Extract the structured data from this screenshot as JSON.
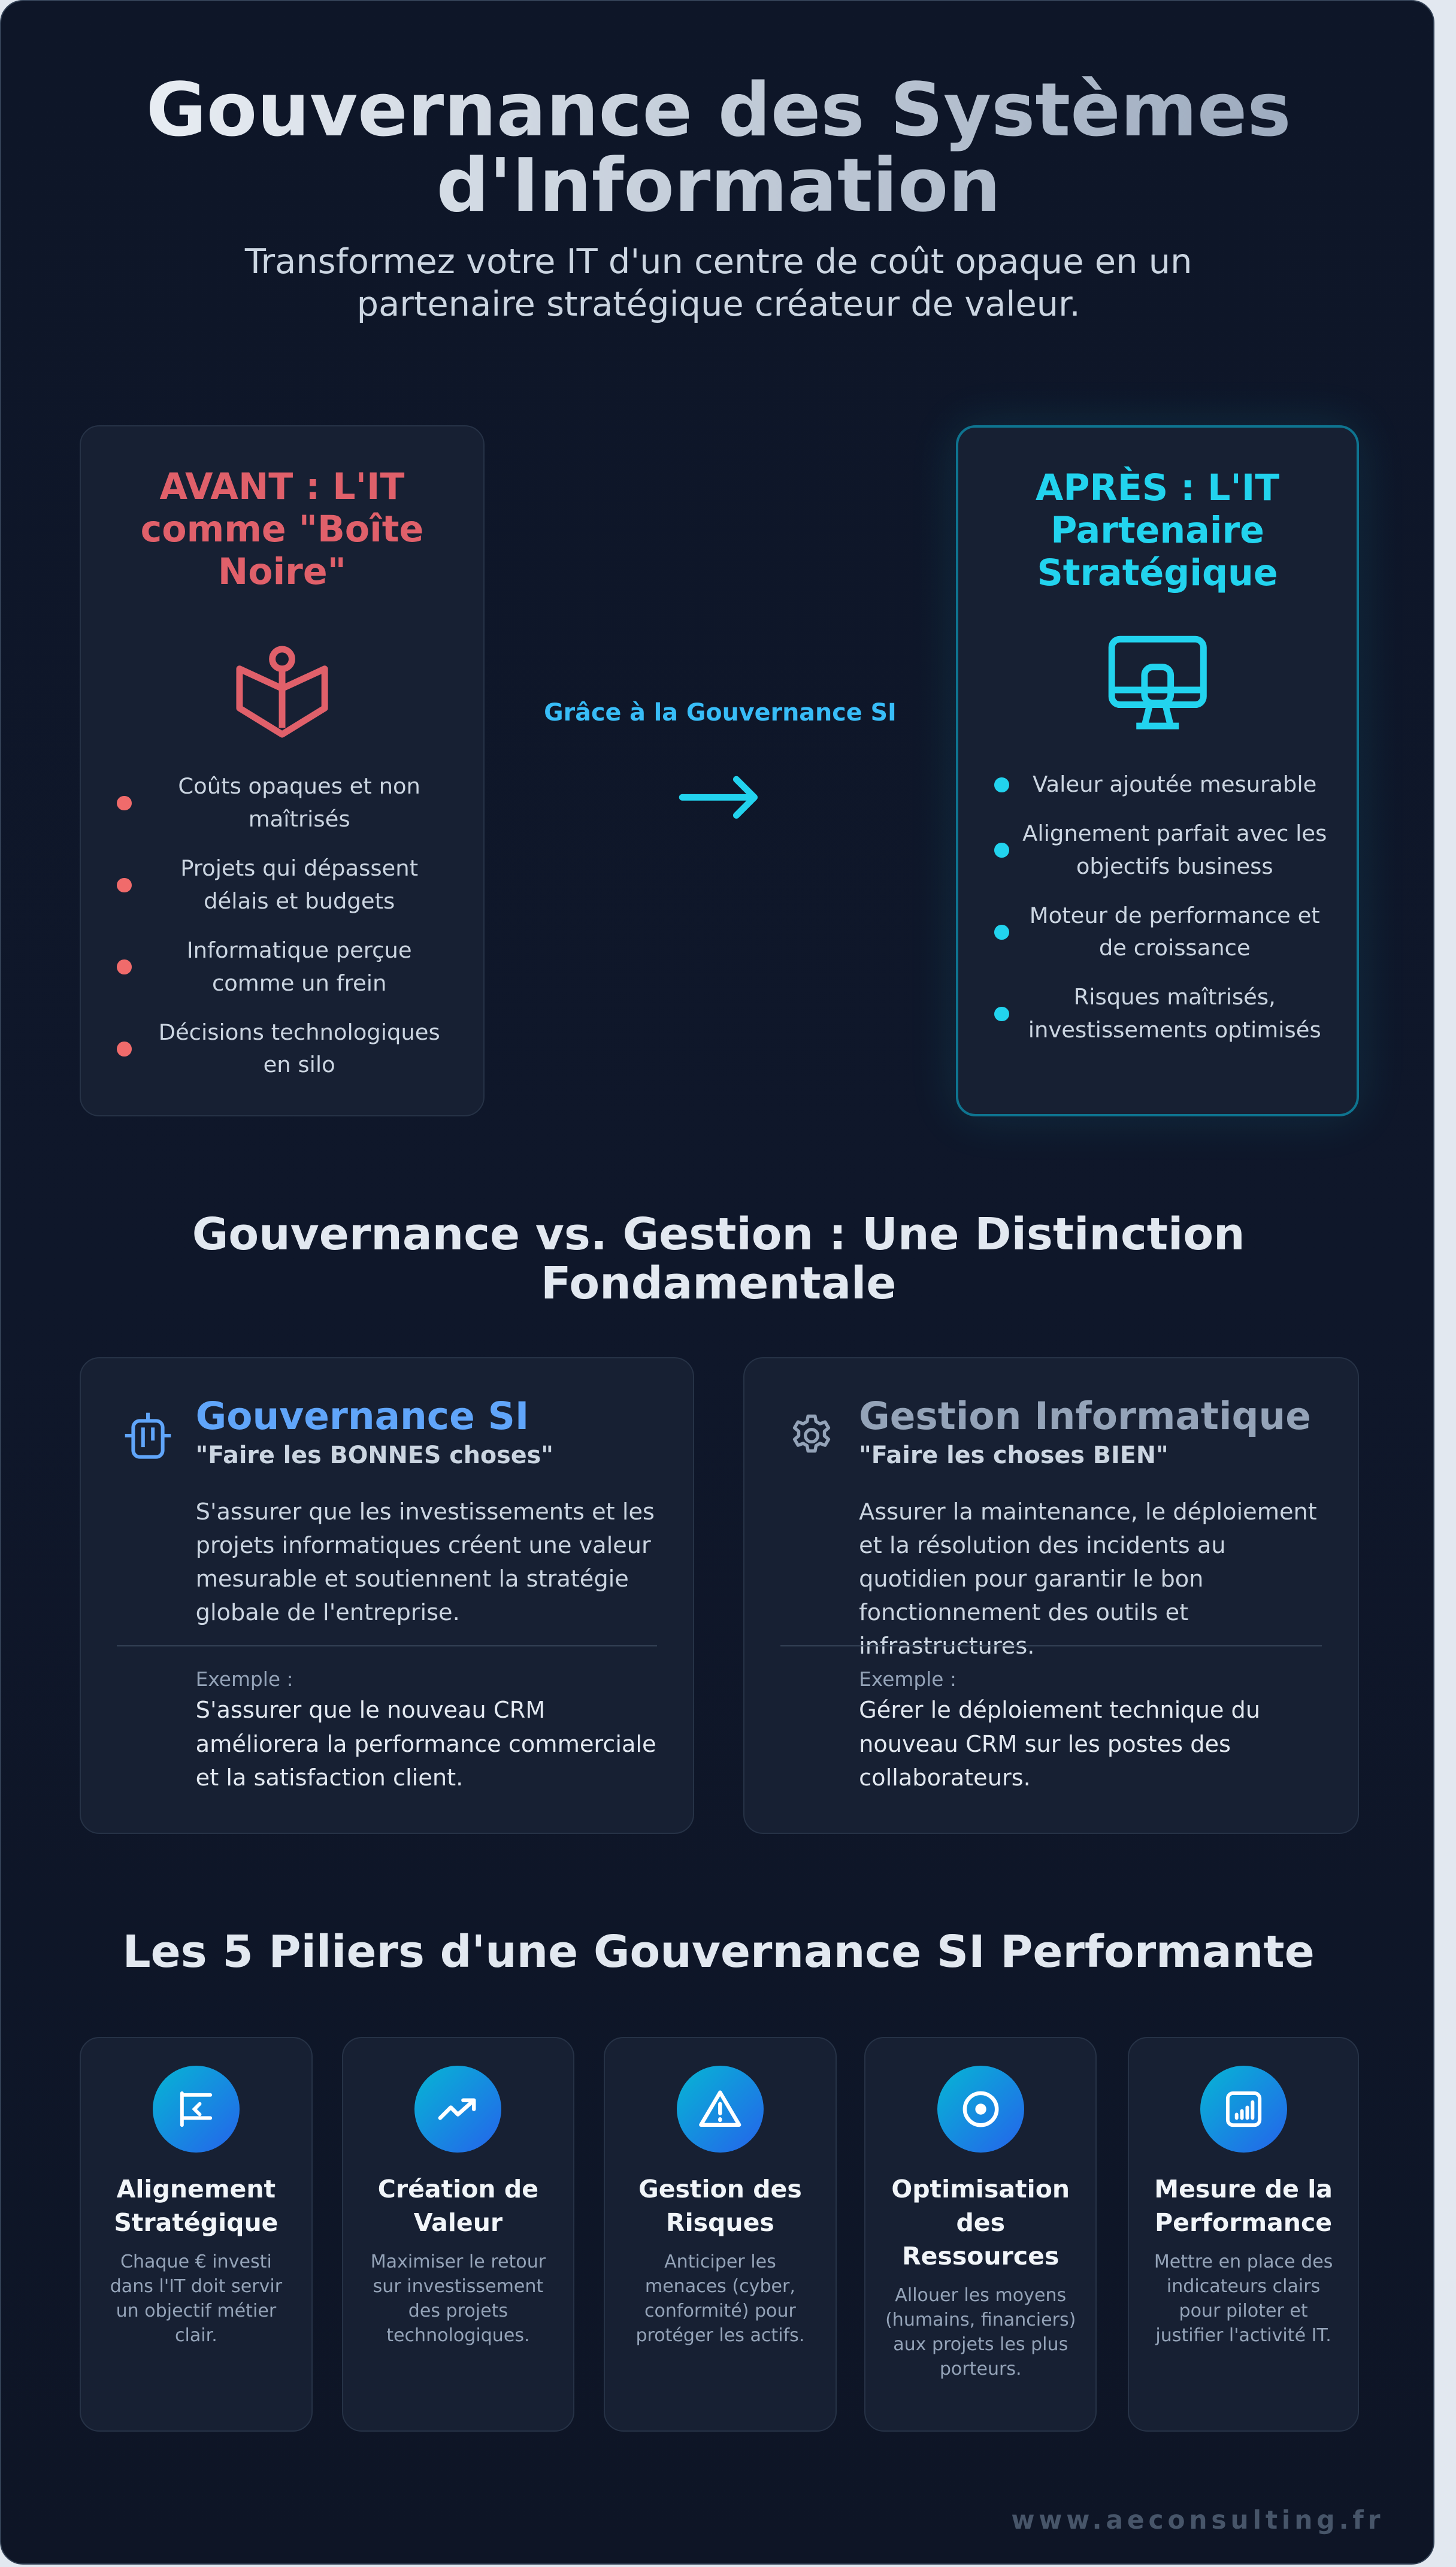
{
  "header": {
    "title": "Gouvernance des Systèmes d'Information",
    "subtitle": "Transformez votre IT d'un centre de coût opaque en un partenaire stratégique créateur de valeur."
  },
  "before": {
    "title": "AVANT : L'IT comme \"Boîte Noire\"",
    "icon": "book-anchor-icon",
    "color": "#e0606a",
    "items": [
      "Coûts opaques et non maîtrisés",
      "Projets qui dépassent délais et budgets",
      "Informatique perçue comme un frein",
      "Décisions technologiques en silo"
    ]
  },
  "transition": {
    "label": "Grâce à la Gouvernance SI",
    "icon": "arrow-right-icon"
  },
  "after": {
    "title": "APRÈS : L'IT Partenaire Stratégique",
    "icon": "monitor-icon",
    "color": "#22d3ee",
    "items": [
      "Valeur ajoutée mesurable",
      "Alignement parfait avec les objectifs business",
      "Moteur de performance et de croissance",
      "Risques maîtrisés, investissements optimisés"
    ]
  },
  "comparison": {
    "title": "Gouvernance vs. Gestion : Une Distinction Fondamentale",
    "cards": [
      {
        "title": "Gouvernance SI",
        "motto": "\"Faire les BONNES choses\"",
        "description": "S'assurer que les investissements et les projets informatiques créent une valeur mesurable et soutiennent la stratégie globale de l'entreprise.",
        "example_label": "Exemple :",
        "example": "S'assurer que le nouveau CRM améliorera la performance commerciale et la satisfaction client.",
        "icon": "compass-icon",
        "color": "#60a5fa"
      },
      {
        "title": "Gestion Informatique",
        "motto": "\"Faire les choses BIEN\"",
        "description": "Assurer la maintenance, le déploiement et la résolution des incidents au quotidien pour garantir le bon fonctionnement des outils et infrastructures.",
        "example_label": "Exemple :",
        "example": "Gérer le déploiement technique du nouveau CRM sur les postes des collaborateurs.",
        "icon": "gear-icon",
        "color": "#94a3b8"
      }
    ]
  },
  "pillars": {
    "title": "Les 5 Piliers d'une Gouvernance SI Performante",
    "items": [
      {
        "title": "Alignement Stratégique",
        "description": "Chaque € investi dans l'IT doit servir un objectif métier clair.",
        "icon": "presentation-icon"
      },
      {
        "title": "Création de Valeur",
        "description": "Maximiser le retour sur investissement des projets technologiques.",
        "icon": "trending-up-icon"
      },
      {
        "title": "Gestion des Risques",
        "description": "Anticiper les menaces (cyber, conformité) pour protéger les actifs.",
        "icon": "warning-icon"
      },
      {
        "title": "Optimisation des Ressources",
        "description": "Allouer les moyens (humains, financiers) aux projets les plus porteurs.",
        "icon": "target-icon"
      },
      {
        "title": "Mesure de la Performance",
        "description": "Mettre en place des indicateurs clairs pour piloter et justifier l'activité IT.",
        "icon": "bar-chart-icon"
      }
    ]
  },
  "footer": {
    "url": "www.aeconsulting.fr"
  }
}
